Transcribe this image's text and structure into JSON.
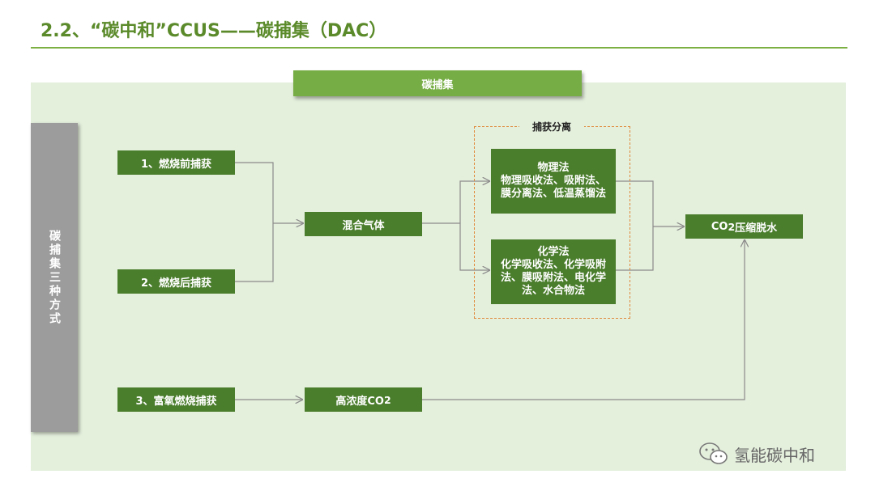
{
  "header": {
    "title": "2.2、“碳中和”CCUS——碳捕集（DAC）"
  },
  "banner": {
    "label": "碳捕集"
  },
  "side": {
    "label": "碳捕集三种方式"
  },
  "methods": {
    "pre": "1、燃烧前捕获",
    "post": "2、燃烧后捕获",
    "oxy": "3、富氧燃烧捕获"
  },
  "mixed_gas": "混合气体",
  "high_conc": {
    "prefix": "高浓度CO",
    "sub": "2"
  },
  "capture_group": {
    "label": "捕获分离"
  },
  "physical": {
    "title": "物理法",
    "line1": "物理吸收法、吸附法、",
    "line2": "膜分离法、低温蒸馏法"
  },
  "chemical": {
    "title": "化学法",
    "line1": "化学吸收法、化学吸附",
    "line2": "法、膜吸附法、电化学",
    "line3": "法、水合物法"
  },
  "compress": {
    "prefix": "CO",
    "sub": "2",
    "suffix": "压缩脱水"
  },
  "watermark": {
    "text": "氢能碳中和",
    "icon": "wechat-icon"
  },
  "colors": {
    "accent": "#4a7d2c",
    "banner": "#76ad44",
    "panel": "#e4efdc",
    "dashed": "#e08a3c",
    "side": "#9c9c9c"
  }
}
